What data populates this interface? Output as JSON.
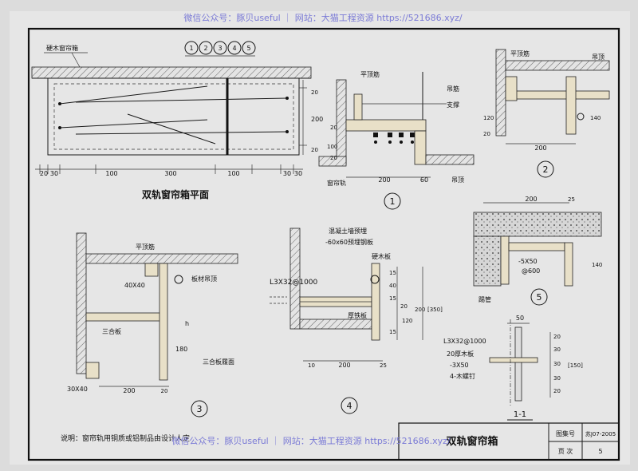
{
  "watermark": {
    "top": "微信公众号：豚贝useful ｜ 网站：大猫工程资源 https://521686.xyz/",
    "bottom": "微信公众号：豚贝useful ｜ 网站：大猫工程资源 https://521686.xyz/"
  },
  "plan": {
    "title": "双轨窗帘箱平面",
    "box_label": "硬木窗帘箱",
    "circle_numbers": [
      "1",
      "2",
      "3",
      "4",
      "5"
    ],
    "dims_h": [
      "20",
      "30",
      "100",
      "300",
      "100",
      "30",
      "30"
    ],
    "dims_v": [
      "20",
      "200",
      "20"
    ]
  },
  "detail1": {
    "number": "1",
    "labels": {
      "ceiling": "平顶筋",
      "hanger": "吊筋",
      "support": "支撑",
      "track": "窗帘轨",
      "ceiling_board": "吊顶"
    },
    "dims": [
      "200",
      "60",
      "20",
      "100",
      "20"
    ]
  },
  "detail2": {
    "number": "2",
    "labels": {
      "ceiling": "平顶筋",
      "suspended": "吊顶"
    },
    "dims": [
      "200",
      "120",
      "20",
      "140"
    ]
  },
  "detail3": {
    "number": "3",
    "labels": {
      "ceiling": "平顶筋",
      "batten": "40X40",
      "board_top": "板材吊顶",
      "plywood": "三合板",
      "plywood_face": "三合板履面",
      "corner": "30X40"
    },
    "dims": [
      "200",
      "20",
      "180",
      "h"
    ]
  },
  "detail4": {
    "number": "4",
    "labels": {
      "embed": "混凝土墙预埋",
      "steel": "-60x60预埋钢板",
      "angle": "L3X32@1000",
      "hardwood": "硬木板",
      "thick_board": "厚铁板"
    },
    "dims": [
      "10",
      "200",
      "25",
      "15",
      "40",
      "15",
      "20",
      "[350]",
      "200",
      "120",
      "15"
    ]
  },
  "detail5": {
    "number": "5",
    "labels": {
      "plate": "-5X50",
      "spacing": "@600",
      "pipe": "踢管"
    },
    "dims": [
      "200",
      "25",
      "140"
    ]
  },
  "section11": {
    "number": "1-1",
    "labels": {
      "angle": "L3X32@1000",
      "board": "20厚木板",
      "flat": "-3X50",
      "screws": "4-木螺钉"
    },
    "dims": [
      "50",
      "20",
      "30",
      "30",
      "30",
      "20",
      "[150]"
    ]
  },
  "note": "说明：窗帘轨用铜质或铝制品由设计人定",
  "title_block": {
    "title": "双轨窗帘箱",
    "atlas_label": "图集号",
    "atlas_value": "苏J07-2005",
    "page_label": "页 次",
    "page_value": "5"
  }
}
